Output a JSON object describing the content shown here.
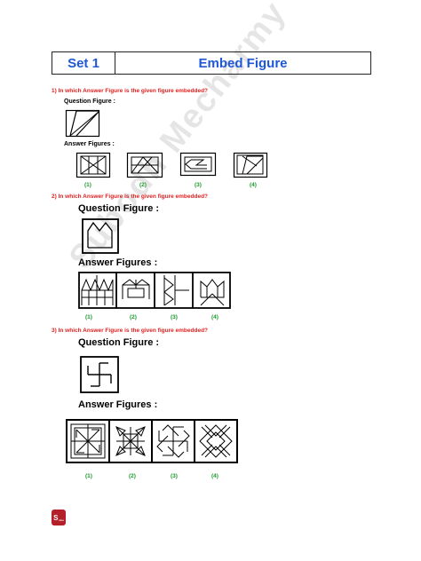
{
  "header": {
    "set_label": "Set 1",
    "title": "Embed Figure"
  },
  "watermark": "Subodh Mecharmy",
  "questions": [
    {
      "number_text": "1)   In which Answer Figure is the given figure embedded?",
      "question_label": "Question Figure :",
      "answer_label": "Answer Figures :",
      "options": [
        "(1)",
        "(2)",
        "(3)",
        "(4)"
      ]
    },
    {
      "number_text": "2)   In which Answer Figure is the given figure embedded?",
      "question_label": "Question Figure :",
      "answer_label": "Answer Figures :",
      "options": [
        "(1)",
        "(2)",
        "(3)",
        "(4)"
      ]
    },
    {
      "number_text": "3)   In which Answer Figure is the given figure embedded?",
      "question_label": "Question Figure :",
      "answer_label": "Answer Figures :",
      "options": [
        "(1)",
        "(2)",
        "(3)",
        "(4)"
      ]
    }
  ],
  "logo": {
    "letter": "S",
    "sub": "ubo"
  }
}
